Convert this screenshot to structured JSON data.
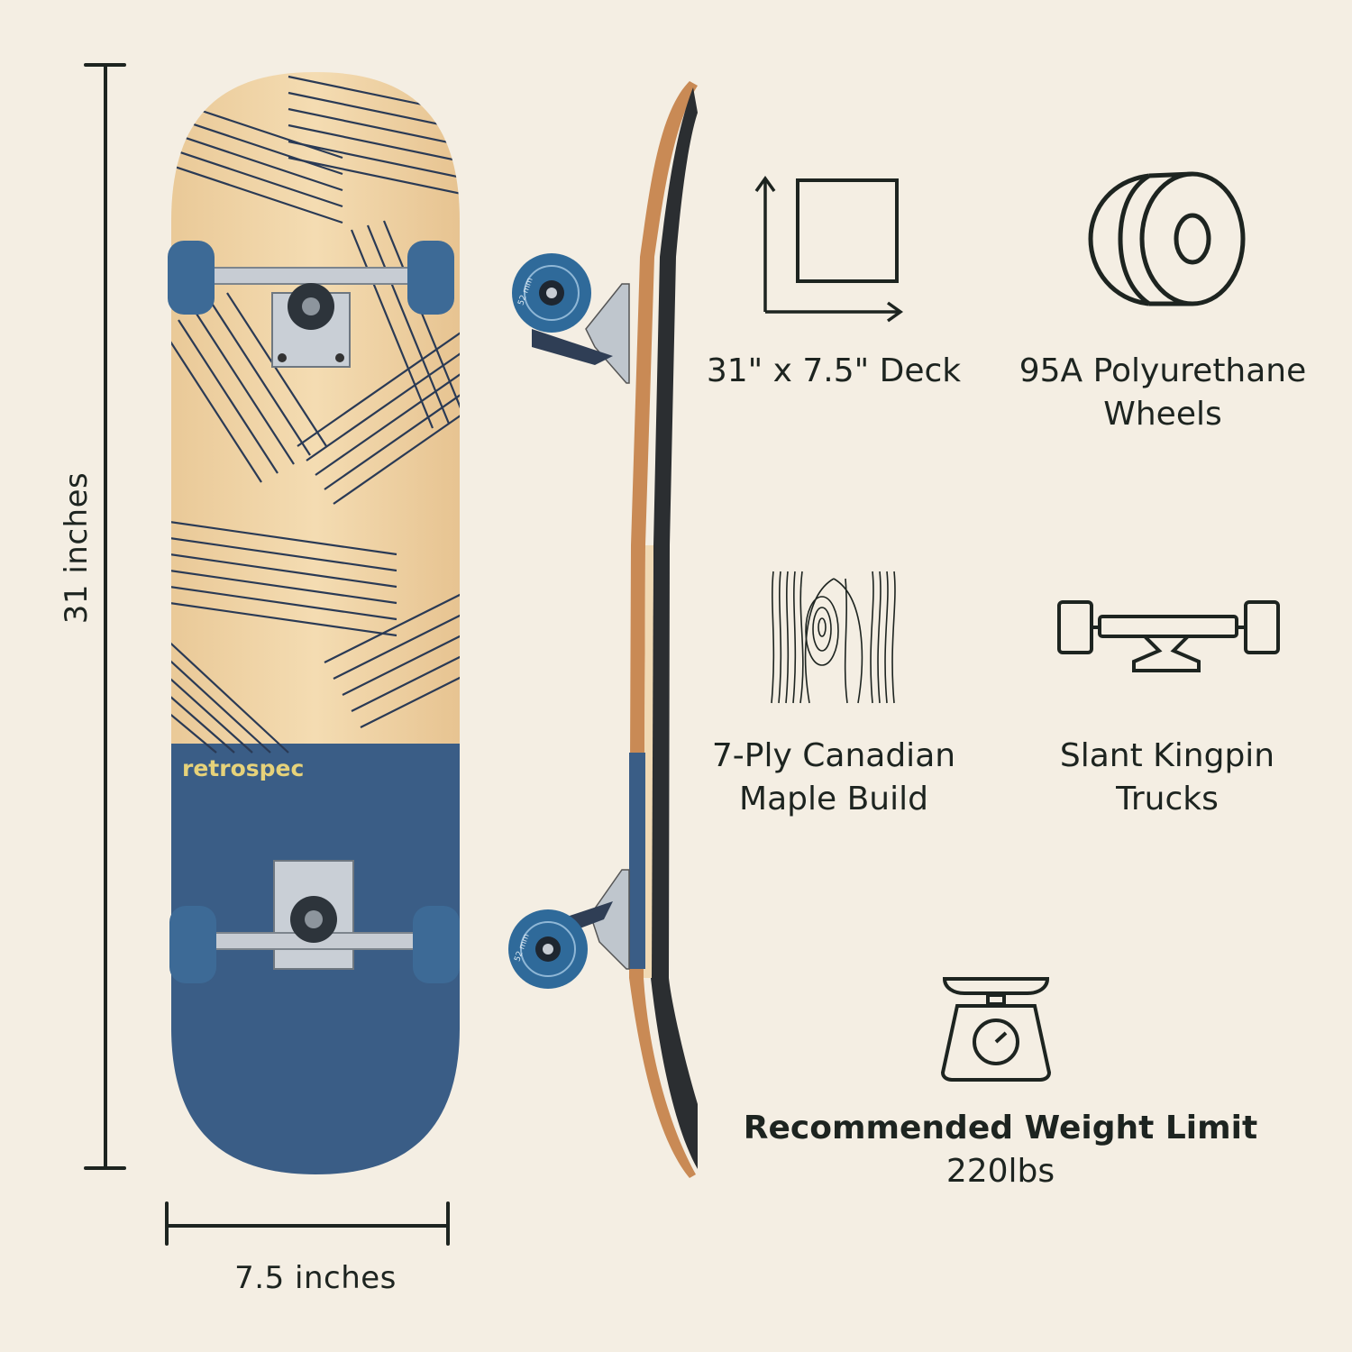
{
  "brand": "retrospec",
  "dimensions": {
    "length_label": "31 inches",
    "width_label": "7.5 inches"
  },
  "features": {
    "deck": {
      "icon": "deck-size-icon",
      "label": "31\" x 7.5\" Deck"
    },
    "wheels": {
      "icon": "wheel-icon",
      "line1": "95A Polyurethane",
      "line2": "Wheels"
    },
    "maple": {
      "icon": "wood-grain-icon",
      "line1": "7-Ply Canadian",
      "line2": "Maple Build"
    },
    "trucks": {
      "icon": "truck-icon",
      "line1": "Slant Kingpin",
      "line2": "Trucks"
    },
    "weight": {
      "icon": "scale-icon",
      "title": "Recommended Weight Limit",
      "value": "220lbs"
    }
  },
  "wheel_marking": "52 mm",
  "colors": {
    "background": "#f4eee3",
    "deck_wood": "#e8c79a",
    "deck_blue": "#3a5d86",
    "wheel_blue": "#3d6a96",
    "brand_yellow": "#e6d27a",
    "line_ink": "#1d2420"
  }
}
